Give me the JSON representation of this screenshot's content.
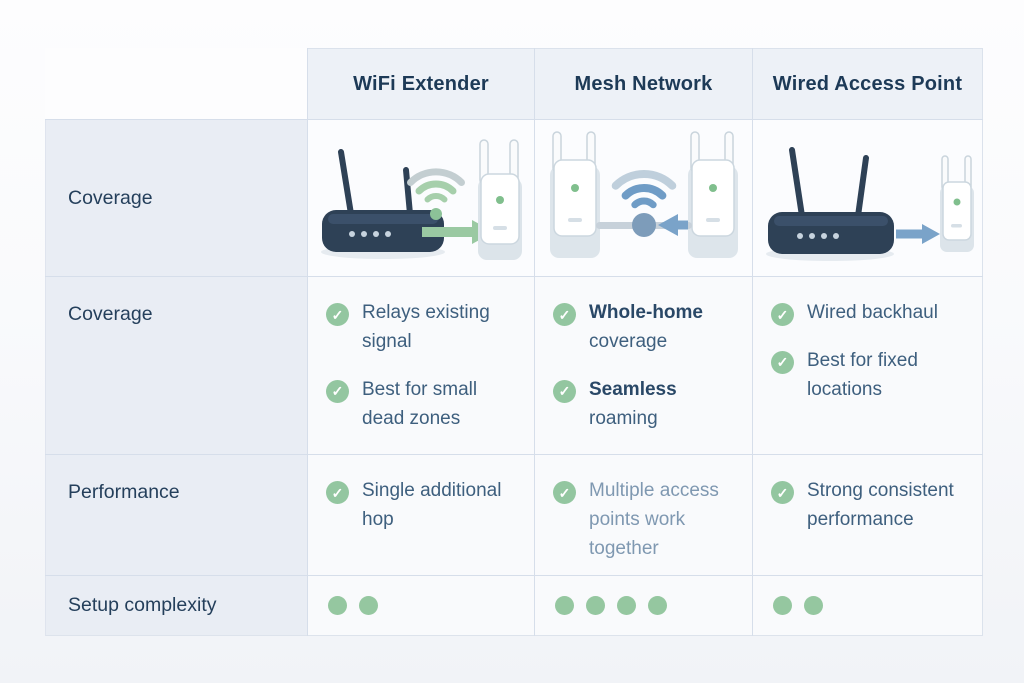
{
  "colors": {
    "accent_green": "#93c6a0",
    "accent_blue": "#7aa3c9",
    "header_navy": "#1d3a57",
    "body_slate": "#3e5f7e",
    "muted_slate": "#7f98b1",
    "router_navy": "#2e4156",
    "label_cell_bg": "#e9edf4",
    "grid_line": "#d6deea"
  },
  "icons": {
    "check": "✓"
  },
  "table": {
    "column_headers": [
      "WiFi Extender",
      "Mesh Network",
      "Wired Access Point"
    ],
    "rows": [
      {
        "label": "Coverage",
        "type": "illustrations",
        "cells": [
          {
            "illustration": "router-relaying-signal-to-extender"
          },
          {
            "illustration": "two-mesh-nodes-sharing-signal"
          },
          {
            "illustration": "router-wired-to-access-point"
          }
        ]
      },
      {
        "label": "Coverage",
        "type": "features",
        "cells": [
          {
            "items": [
              {
                "bold": "",
                "text": "Relays existing signal"
              },
              {
                "bold": "",
                "text": "Best for small dead zones"
              }
            ]
          },
          {
            "items": [
              {
                "bold": "Whole-home",
                "text": " coverage"
              },
              {
                "bold": "Seamless",
                "text": " roaming"
              }
            ]
          },
          {
            "items": [
              {
                "bold": "",
                "text": "Wired backhaul"
              },
              {
                "bold": "",
                "text": "Best for fixed locations"
              }
            ]
          }
        ]
      },
      {
        "label": "Performance",
        "type": "features",
        "cells": [
          {
            "items": [
              {
                "bold": "",
                "text": "Single additional hop"
              }
            ]
          },
          {
            "items": [
              {
                "bold": "",
                "text": "Multiple access points work together"
              }
            ]
          },
          {
            "items": [
              {
                "bold": "",
                "text": "Strong consistent performance"
              }
            ]
          }
        ]
      },
      {
        "label": "Setup complexity",
        "type": "dots",
        "cells": [
          {
            "dots": 2
          },
          {
            "dots": 4
          },
          {
            "dots": 2
          }
        ]
      }
    ]
  }
}
